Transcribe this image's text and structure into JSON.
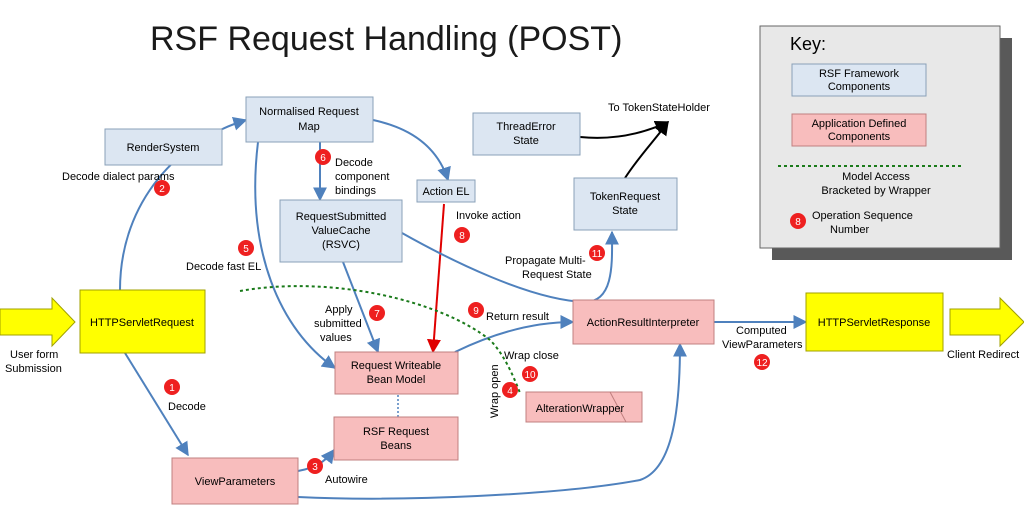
{
  "title": "RSF Request Handling (POST)",
  "colors": {
    "framework": "#dce6f2",
    "framework_border": "#8aa0b8",
    "application": "#f8bdbd",
    "application_border": "#c08080",
    "yellow": "#ffff00",
    "arrow_blue": "#4f81bd",
    "arrow_red": "#e00000",
    "step_circle": "#ee2020",
    "wrapper_dashed": "#1a7a1a"
  },
  "nodes": {
    "normalised_request_map": [
      "Normalised Request",
      "Map"
    ],
    "render_system": "RenderSystem",
    "action_el": "Action EL",
    "thread_error_state": [
      "ThreadError",
      "State"
    ],
    "token_request_state": [
      "TokenRequest",
      "State"
    ],
    "request_submitted_value_cache": [
      "RequestSubmitted",
      "ValueCache",
      "(RSVC)"
    ],
    "http_servlet_request": "HTTPServletRequest",
    "action_result_interpreter": "ActionResultInterpreter",
    "http_servlet_response": "HTTPServletResponse",
    "request_writeable_bean_model": [
      "Request Writeable",
      "Bean Model"
    ],
    "alteration_wrapper": "AlterationWrapper",
    "rsf_request_beans": [
      "RSF Request",
      "Beans"
    ],
    "view_parameters": "ViewParameters"
  },
  "labels": {
    "to_token_state_holder": "To TokenStateHolder",
    "decode_dialect_params": "Decode dialect params",
    "decode_component_bindings": [
      "Decode",
      "component",
      "bindings"
    ],
    "invoke_action": "Invoke action",
    "decode_fast_el": "Decode fast EL",
    "propagate_multi_request_state": [
      "Propagate Multi-",
      "Request State"
    ],
    "apply_submitted_values": [
      "Apply",
      "submitted",
      "values"
    ],
    "return_result": "Return result",
    "computed_view_parameters": [
      "Computed",
      "ViewParameters"
    ],
    "wrap_close": "Wrap close",
    "wrap_open": "Wrap open",
    "decode": "Decode",
    "autowire": "Autowire",
    "user_form_submission": [
      "User form",
      "Submission"
    ],
    "client_redirect": "Client Redirect"
  },
  "steps": [
    "1",
    "2",
    "3",
    "4",
    "5",
    "6",
    "7",
    "8",
    "9",
    "10",
    "11",
    "12"
  ],
  "key": {
    "title": "Key:",
    "framework": [
      "RSF Framework",
      "Components"
    ],
    "application": [
      "Application Defined",
      "Components"
    ],
    "model_access": [
      "Model Access",
      "Bracketed by Wrapper"
    ],
    "sequence_example": "8",
    "sequence": [
      "Operation Sequence",
      "Number"
    ]
  }
}
